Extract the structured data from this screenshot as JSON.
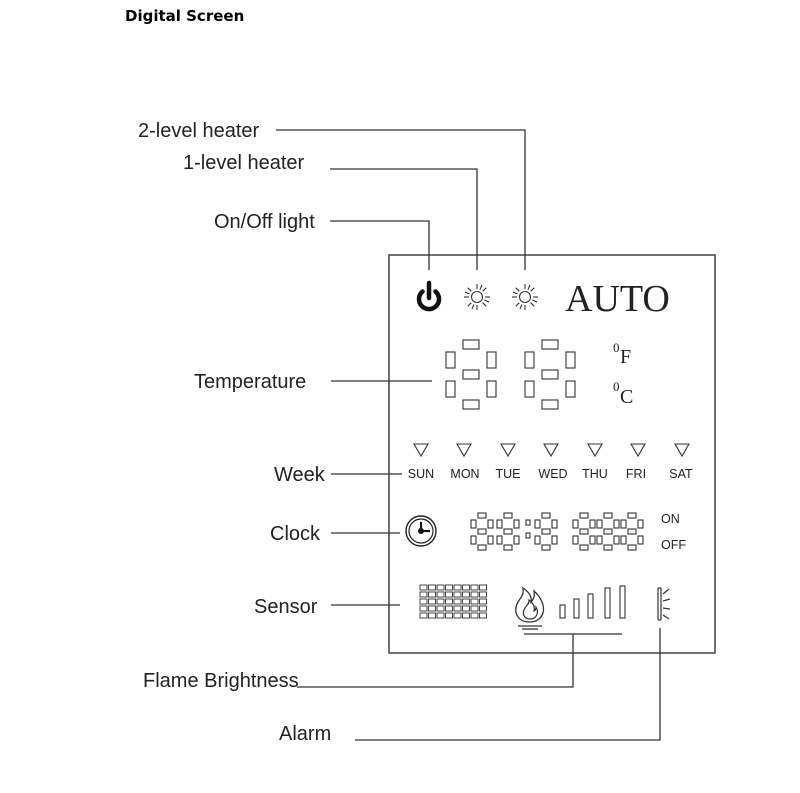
{
  "title": "Digital Screen",
  "callouts": {
    "heater2": "2-level heater",
    "heater1": "1-level heater",
    "onoff": "On/Off light",
    "temperature": "Temperature",
    "week": "Week",
    "clock": "Clock",
    "sensor": "Sensor",
    "flame": "Flame Brightness",
    "alarm": "Alarm"
  },
  "display": {
    "mode": "AUTO",
    "unit_f_sup": "0",
    "unit_f": "F",
    "unit_c_sup": "0",
    "unit_c": "C",
    "days": [
      "SUN",
      "MON",
      "TUE",
      "WED",
      "THU",
      "FRI",
      "SAT"
    ],
    "clock_on": "ON",
    "clock_off": "OFF"
  },
  "icons": {
    "power": "power-icon",
    "heater": "sun-icon",
    "clock": "clock-icon",
    "sensor": "sensor-grid-icon",
    "flame": "flame-icon",
    "bars": "signal-bars-icon",
    "alarm": "alarm-icon"
  }
}
